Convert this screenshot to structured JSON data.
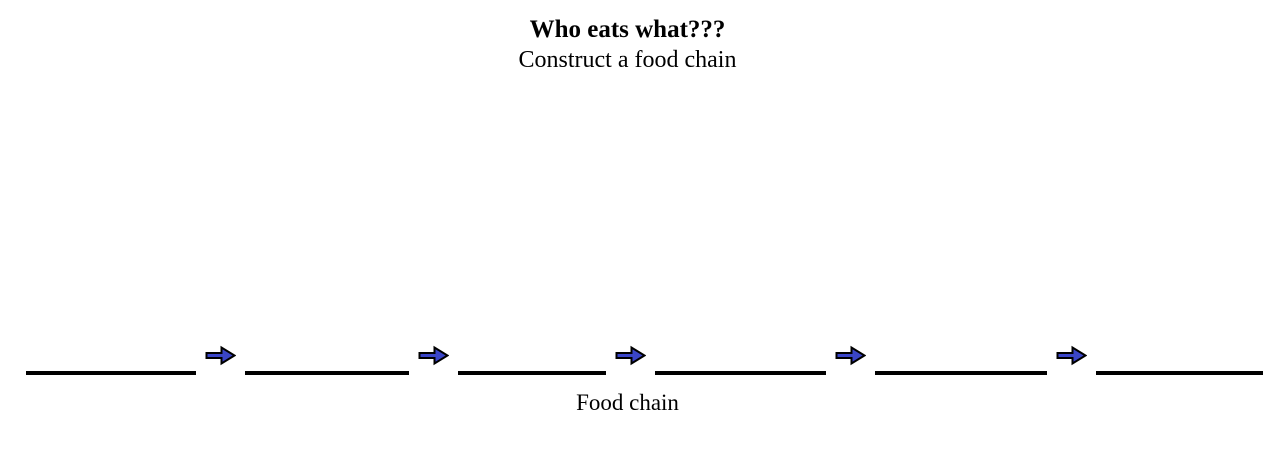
{
  "page": {
    "background_color": "#ffffff",
    "text_color": "#000000"
  },
  "header": {
    "title": "Who eats what???",
    "subtitle": "Construct a food chain"
  },
  "food_chain": {
    "label": "Food chain",
    "slot_count": 6,
    "slots": [
      {
        "value": ""
      },
      {
        "value": ""
      },
      {
        "value": ""
      },
      {
        "value": ""
      },
      {
        "value": ""
      },
      {
        "value": ""
      }
    ],
    "arrow_icon": "block-arrow-right",
    "arrow_fill_color": "#3a45c8",
    "arrow_outline_color": "#000000",
    "blank_line_color": "#000000"
  }
}
